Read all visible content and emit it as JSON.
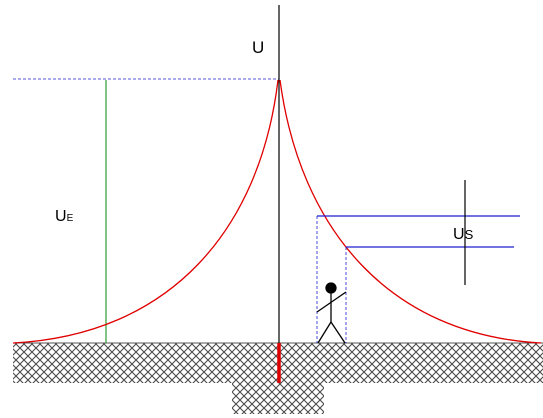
{
  "labels": {
    "u": "U",
    "ue_main": "U",
    "ue_sub": "E",
    "us_main": "U",
    "us_sub": "S"
  },
  "colors": {
    "curve": "#e00000",
    "earth_electrode": "#e00000",
    "ue_bar": "#2e9e2e",
    "guide_lines": "#1f1fd0",
    "axis": "#000000",
    "ground_hatch": "#3a3a3a"
  }
}
